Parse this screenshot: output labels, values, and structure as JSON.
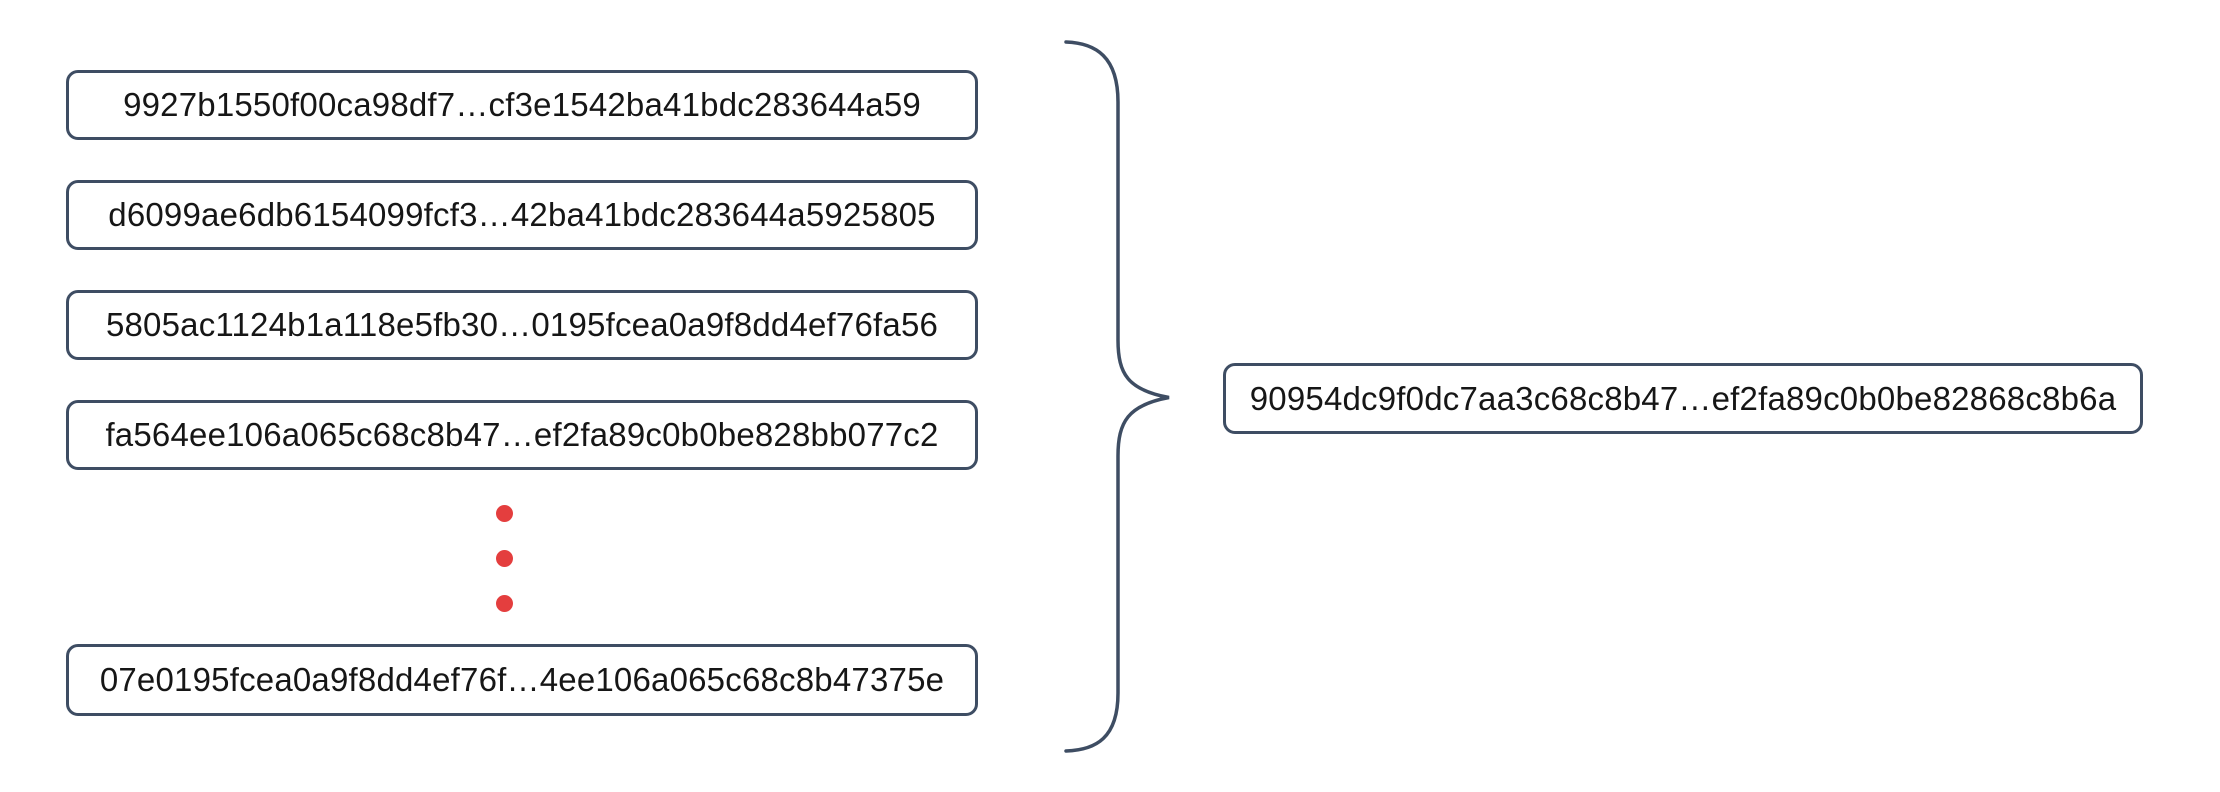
{
  "diagram": {
    "type": "hash-aggregation-diagram",
    "colors": {
      "border": "#3e4d63",
      "dot": "#e43e3e",
      "background": "#ffffff",
      "text": "#161616"
    },
    "inputs": [
      "9927b1550f00ca98df7…cf3e1542ba41bdc283644a59",
      "d6099ae6db6154099fcf3…42ba41bdc283644a5925805",
      "5805ac1124b1a118e5fb30…0195fcea0a9f8dd4ef76fa56",
      "fa564ee106a065c68c8b47…ef2fa89c0b0be828bb077c2",
      "07e0195fcea0a9f8dd4ef76f…4ee106a065c68c8b47375e"
    ],
    "ellipsis_dots": 3,
    "output": "90954dc9f0dc7aa3c68c8b47…ef2fa89c0b0be82868c8b6a"
  }
}
